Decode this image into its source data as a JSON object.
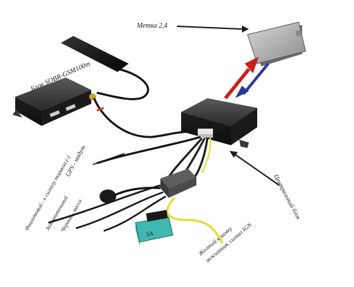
{
  "labels": {
    "tag": "Метка 2,4",
    "gsm_unit": "Блок SOBR-GSM100m",
    "gps": "GPS - модуль",
    "purple": "Фиолетовый - к сигналу тормоза (-)",
    "brown": "Заземлительный",
    "black": "Черный - масса",
    "central": "Центральный блок",
    "yellow_1": "Желтый к замку",
    "yellow_2": "зажигания, сигнал IGN",
    "fuse": "5A"
  },
  "colors": {
    "arrow_up": "#c8201c",
    "arrow_down": "#2b3a9a",
    "fuse": "#3fb8b0",
    "wire_yellow": "#e8d830",
    "housing": "#2c2c2c"
  }
}
